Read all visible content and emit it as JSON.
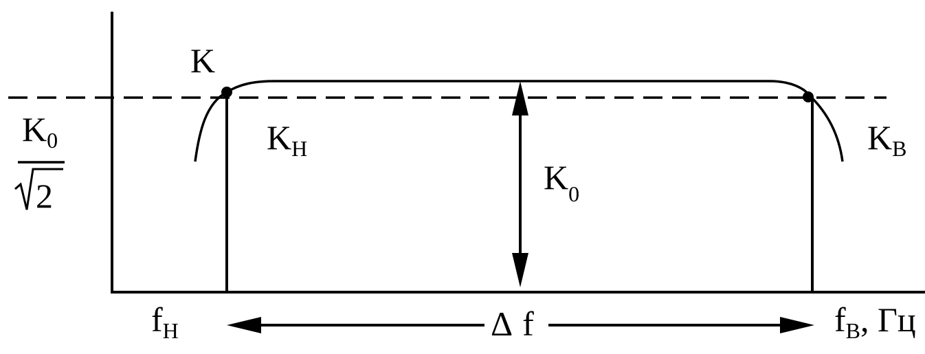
{
  "labels": {
    "y_axis_top": "K",
    "ratio_numerator_main": "K",
    "ratio_numerator_sub": "0",
    "ratio_denominator": "2",
    "k_low_main": "K",
    "k_low_sub": "Н",
    "k_high_main": "K",
    "k_high_sub": "В",
    "k0_main": "K",
    "k0_sub": "0",
    "f_low_main": "f",
    "f_low_sub": "Н",
    "delta_f_symbol": "Δ",
    "delta_f_letter": "f",
    "f_high_main": "f",
    "f_high_sub": "В",
    "f_high_unit": ", Гц"
  },
  "colors": {
    "ink": "#000000",
    "background": "#ffffff"
  }
}
